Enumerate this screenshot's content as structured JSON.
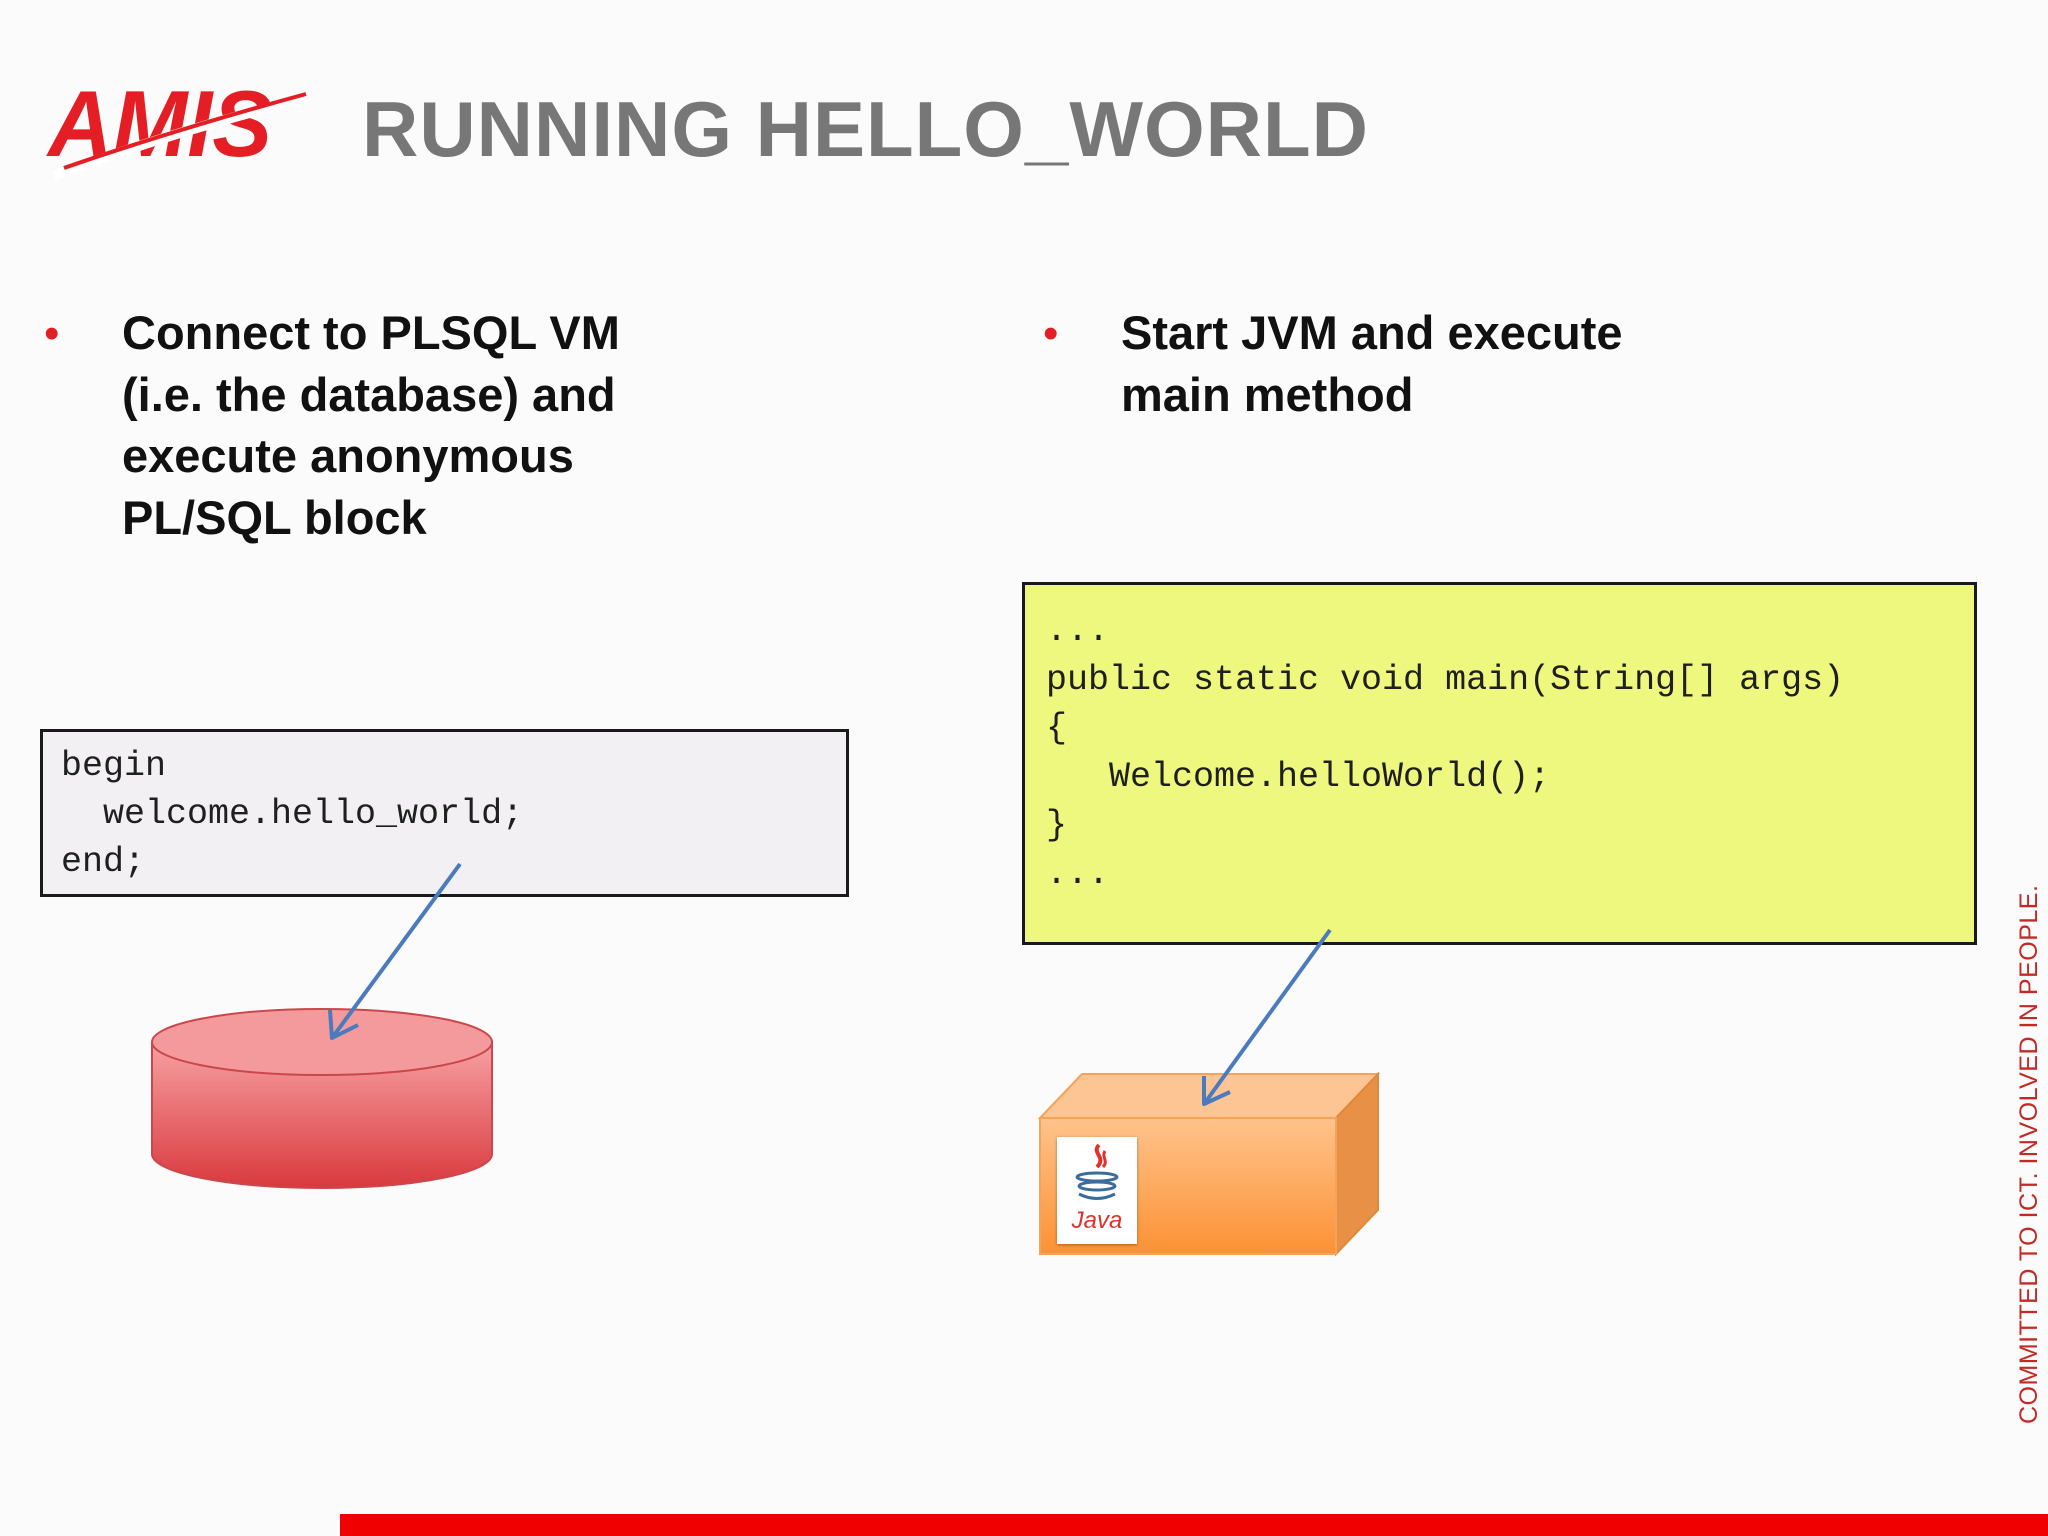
{
  "header": {
    "logo_text": "AMIS",
    "title": "RUNNING HELLO_WORLD"
  },
  "left_column": {
    "bullet_symbol": "•",
    "bullet_lines": [
      "Connect to PLSQL VM",
      "(i.e. the database) and",
      "execute anonymous",
      "PL/SQL block"
    ],
    "code_lines": [
      "begin",
      "  welcome.hello_world;",
      "end;"
    ]
  },
  "right_column": {
    "bullet_symbol": "•",
    "bullet_lines": [
      "Start JVM and execute",
      "main method"
    ],
    "code_lines": [
      "...",
      "",
      "public static void main(String[] args)",
      "{",
      "   Welcome.helloWorld();",
      "}",
      "..."
    ],
    "java_logo_text": "Java"
  },
  "side_tagline": "COMMITTED TO ICT. INVOLVED IN PEOPLE.",
  "colors": {
    "accent_red": "#e41e24",
    "title_gray": "#777777",
    "db_cylinder": "#ee6f73",
    "jvm_box": "#fba55a",
    "java_code_bg": "#eef87e",
    "plsql_code_bg": "#f2f0f3",
    "arrow_blue": "#4a7bbd"
  },
  "icons": {
    "database": "database-cylinder-icon",
    "jvm": "jvm-box-icon",
    "java": "java-coffee-cup-icon"
  }
}
